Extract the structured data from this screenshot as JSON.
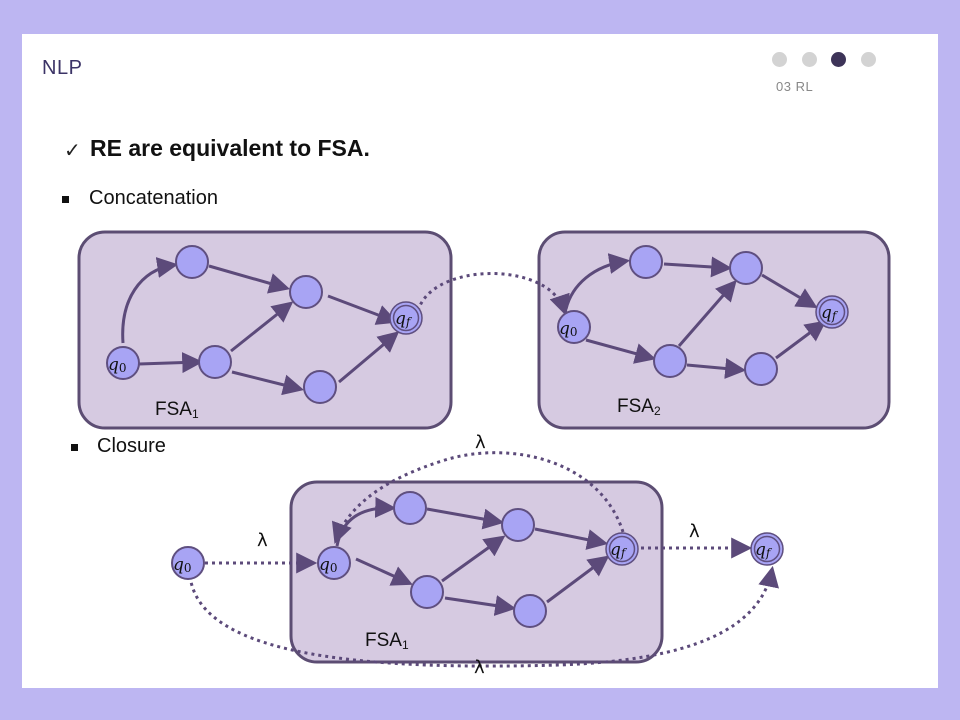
{
  "header": {
    "course": "NLP",
    "section": "03 RL",
    "progress_dots": [
      {
        "active": false
      },
      {
        "active": false
      },
      {
        "active": true
      },
      {
        "active": false
      }
    ]
  },
  "heading": {
    "check_icon": "checkmark-icon",
    "text": "RE are equivalent to FSA."
  },
  "bullets": {
    "concatenation": "Concatenation",
    "closure": "Closure"
  },
  "diagram": {
    "fsa1_label": "FSA",
    "fsa1_sub": "1",
    "fsa2_label": "FSA",
    "fsa2_sub": "2",
    "closure_fsa_label": "FSA",
    "closure_fsa_sub": "1",
    "start_state": "q",
    "start_sub": "0",
    "final_state": "q",
    "final_sub": "f",
    "lambda": "λ"
  },
  "colors": {
    "box_fill": "#d6cae1",
    "box_stroke": "#5c4d73",
    "node_fill": "#a8a4f4",
    "node_stroke": "#5f4f80",
    "arrow": "#5c4a7a",
    "background": "#bdb6f2"
  }
}
